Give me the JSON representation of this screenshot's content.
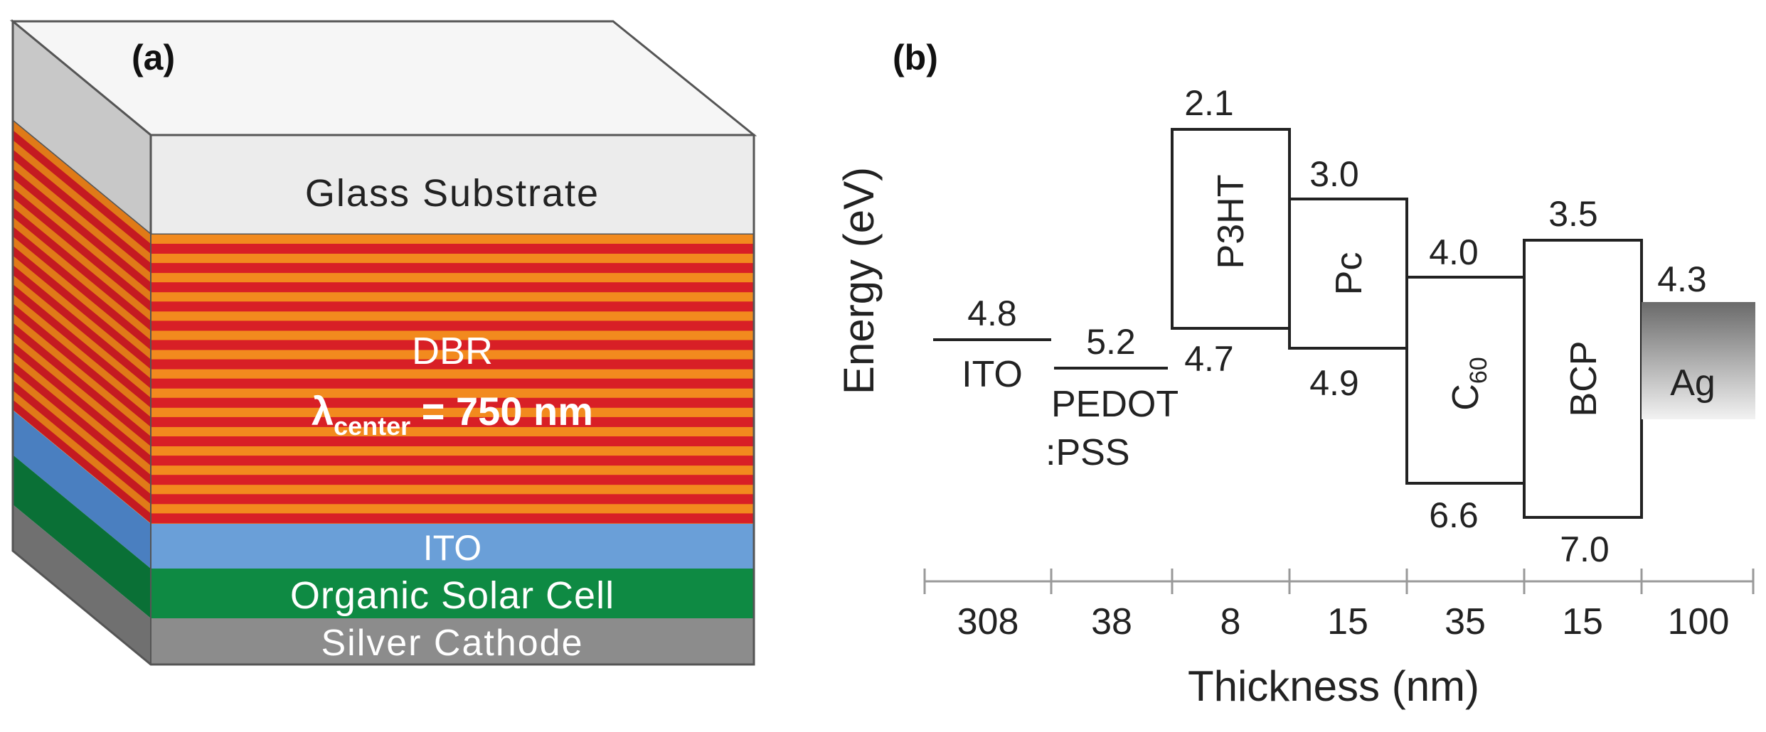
{
  "panel_a": {
    "label": "(a)",
    "glass_label": "Glass Substrate",
    "dbr_label": "DBR",
    "lambda_symbol": "λ",
    "lambda_sub": "center",
    "lambda_value": " = 750 nm",
    "ito_label": "ITO",
    "osc_label": "Organic Solar Cell",
    "cathode_label": "Silver Cathode",
    "colors": {
      "glass_front": "#ececec",
      "glass_top": "#f6f6f6",
      "glass_side": "#c8c8c8",
      "dbr_orange": "#f28a1e",
      "dbr_red": "#d81f26",
      "ito": "#6a9fd8",
      "ito_side": "#4a7fc0",
      "osc": "#0e8a43",
      "osc_side": "#0a7036",
      "cathode": "#8c8c8c",
      "cathode_side": "#707070"
    }
  },
  "panel_b": {
    "label": "(b)",
    "ylabel": "Energy (eV)",
    "xlabel": "Thickness (nm)",
    "layers": [
      {
        "name": "ITO",
        "thickness": "308",
        "work_function": "4.8"
      },
      {
        "name": "PEDOT",
        "name2": ":PSS",
        "thickness": "38",
        "work_function": "5.2"
      },
      {
        "name": "P3HT",
        "thickness": "8",
        "lumo": "2.1",
        "homo": "4.7"
      },
      {
        "name": "Pc",
        "thickness": "15",
        "lumo": "3.0",
        "homo": "4.9"
      },
      {
        "name": "C",
        "name_sub": "60",
        "thickness": "35",
        "lumo": "4.0",
        "homo": "6.6"
      },
      {
        "name": "BCP",
        "thickness": "15",
        "lumo": "3.5",
        "homo": "7.0"
      },
      {
        "name": "Ag",
        "thickness": "100",
        "work_function": "4.3"
      }
    ]
  }
}
